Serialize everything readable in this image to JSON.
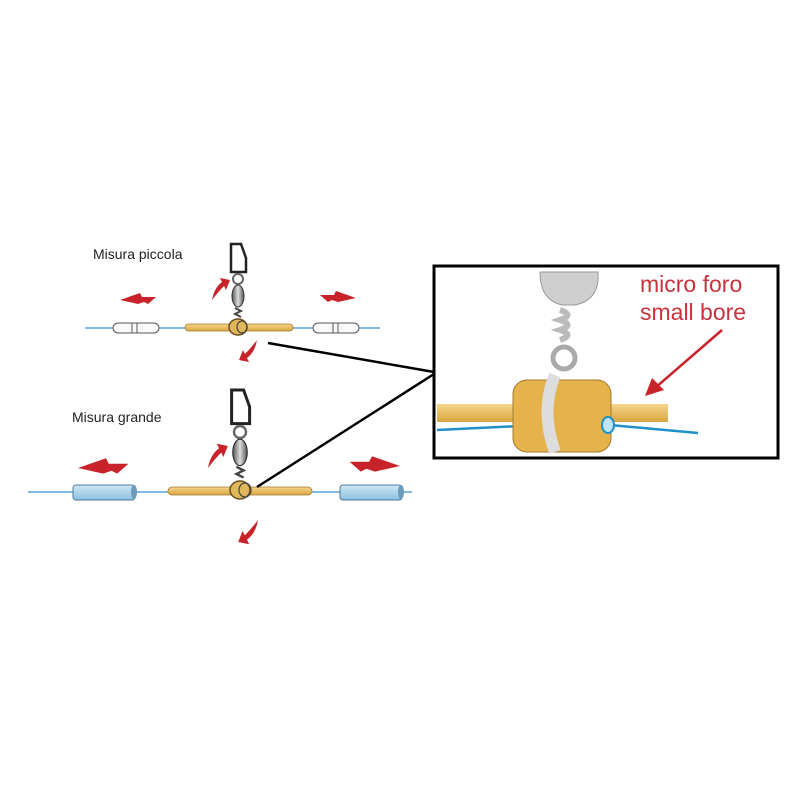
{
  "small_size": {
    "label": "Misura piccola"
  },
  "large_size": {
    "label": "Misura grande"
  },
  "inset": {
    "line1": "micro foro",
    "line2": "small bore"
  },
  "colors": {
    "arrow": "#c8232a",
    "rod": "#e8b858",
    "line": "#3a8fd0",
    "tube_blue": "#a9d2ea",
    "text_red": "#c8323c"
  }
}
